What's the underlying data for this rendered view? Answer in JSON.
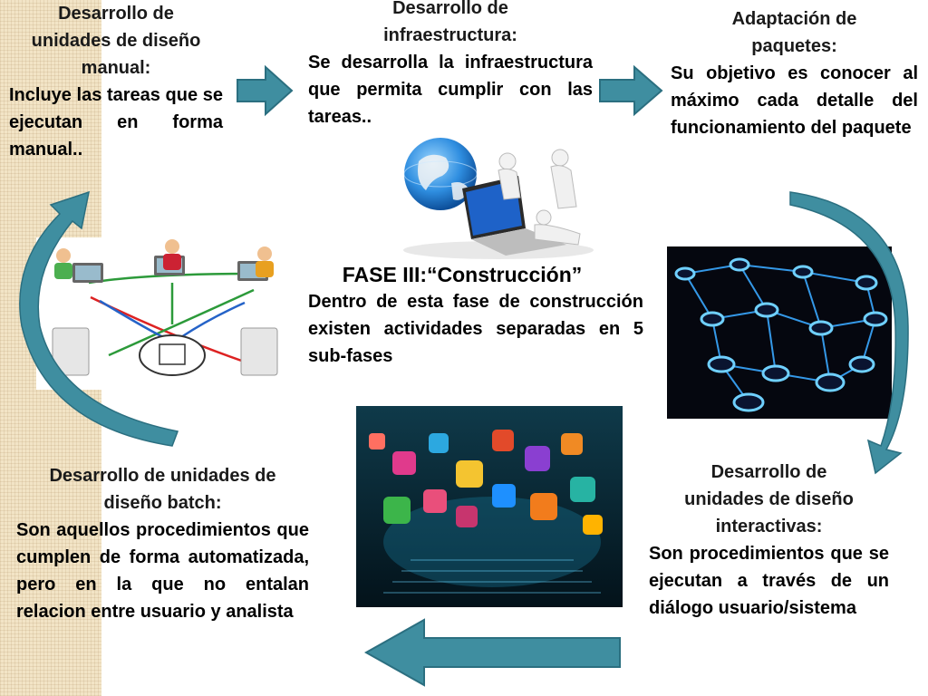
{
  "blocks": {
    "manual": {
      "heading": "Desarrollo de unidades de diseño manual:",
      "body": "Incluye las tareas que se ejecutan en forma manual.."
    },
    "infraestructura": {
      "heading": "Desarrollo de infraestructura:",
      "body": "Se desarrolla la infraestructura que permita cumplir con las tareas.."
    },
    "adaptacion": {
      "heading": "Adaptación de paquetes:",
      "body": "Su objetivo es conocer al máximo cada detalle del funcionamiento del paquete"
    },
    "fase": {
      "title": "FASE III:“Construcción”",
      "body": "Dentro de esta fase de construcción existen actividades separadas en 5 sub-fases"
    },
    "batch": {
      "heading": "Desarrollo de unidades de diseño batch:",
      "body": "Son aquellos procedimientos que cumplen de forma automatizada, pero en la que no entalan relacion entre usuario y analista"
    },
    "interactivas": {
      "heading": "Desarrollo de unidades de diseño interactivas:",
      "body": "Son procedimientos que se ejecutan a través de un diálogo usuario/sistema"
    }
  },
  "colors": {
    "arrow": "#3f8ea0",
    "arrow_dark": "#2b6f80",
    "strip": "#f2e4c6"
  },
  "icons": [
    "globe-laptop-people-image",
    "network-users-diagram-image",
    "glowing-network-image",
    "app-icons-keyboard-image"
  ]
}
